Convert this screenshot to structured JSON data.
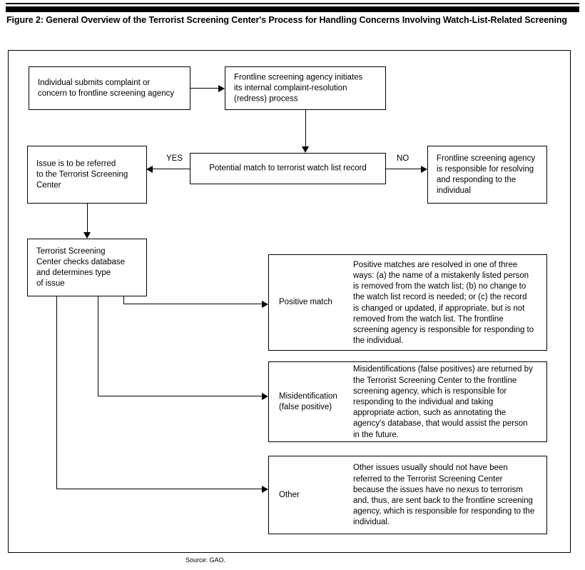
{
  "figure": {
    "title": "Figure 2: General Overview of the Terrorist Screening Center's Process for Handling Concerns Involving Watch-List-Related Screening",
    "source": "Source: GAO."
  },
  "nodes": {
    "individual_complaint": "Individual submits complaint or\nconcern to frontline screening agency",
    "frontline_redress": "Frontline screening agency initiates\nits internal complaint-resolution\n(redress) process",
    "decision": "Potential match to terrorist watch list record",
    "issue_referred": "Issue is to be referred\nto the Terrorist Screening\nCenter",
    "frontline_responsible": "Frontline screening agency\nis responsible for resolving\nand responding to the\nindividual",
    "tsc_checks": "Terrorist Screening\nCenter checks database\nand determines type\nof issue"
  },
  "edges": {
    "yes_label": "YES",
    "no_label": "NO"
  },
  "outcomes": [
    {
      "label": "Positive match",
      "description": "Positive matches are resolved in one of three ways: (a) the name of a mistakenly listed person is removed from the watch list; (b) no change to the watch list record is needed; or (c) the record is changed or updated, if appropriate, but is not removed from the watch list. The frontline screening agency is responsible for responding to the individual."
    },
    {
      "label": "Misidentification\n(false positive)",
      "description": "Misidentifications (false positives) are returned by the Terrorist Screening Center to the frontline screening agency, which is responsible for responding to the individual and taking appropriate action, such as annotating the agency's database, that would assist the person in the future."
    },
    {
      "label": "Other",
      "description": "Other issues usually should not have been referred to the Terrorist Screening Center because the issues have no nexus to terrorism and, thus, are sent back to the frontline screening agency, which is responsible for responding to the individual."
    }
  ],
  "colors": {
    "ink": "#000000",
    "paper": "#ffffff"
  }
}
